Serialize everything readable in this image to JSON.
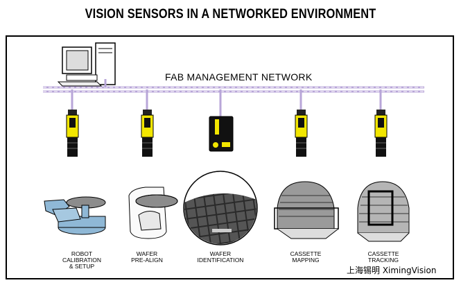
{
  "title": "VISION SENSORS IN A NETWORKED ENVIRONMENT",
  "network_label": "FAB MANAGEMENT NETWORK",
  "applications": [
    {
      "lines": [
        "ROBOT",
        "CALIBRATION",
        "& SETUP"
      ]
    },
    {
      "lines": [
        "WAFER",
        "PRE-ALIGN"
      ]
    },
    {
      "lines": [
        "WAFER",
        "IDENTIFICATION"
      ]
    },
    {
      "lines": [
        "CASSETTE",
        "MAPPING"
      ]
    },
    {
      "lines": [
        "CASSETTE",
        "TRACKING"
      ]
    }
  ],
  "watermark": "上海锡明 XimingVision",
  "colors": {
    "network": "#b8a6d8",
    "sensor_body": "#f2e600",
    "sensor_dark": "#1a1a1a",
    "device_gray": "#cccccc",
    "robot_blue": "#8fb8d6",
    "wafer_gray": "#8c8c8c"
  },
  "icons": [
    "computer-icon",
    "sensor-icon",
    "smart-camera-icon",
    "robot-icon",
    "prealigner-icon",
    "wafer-id-icon",
    "cassette-icon",
    "tracking-cassette-icon"
  ]
}
